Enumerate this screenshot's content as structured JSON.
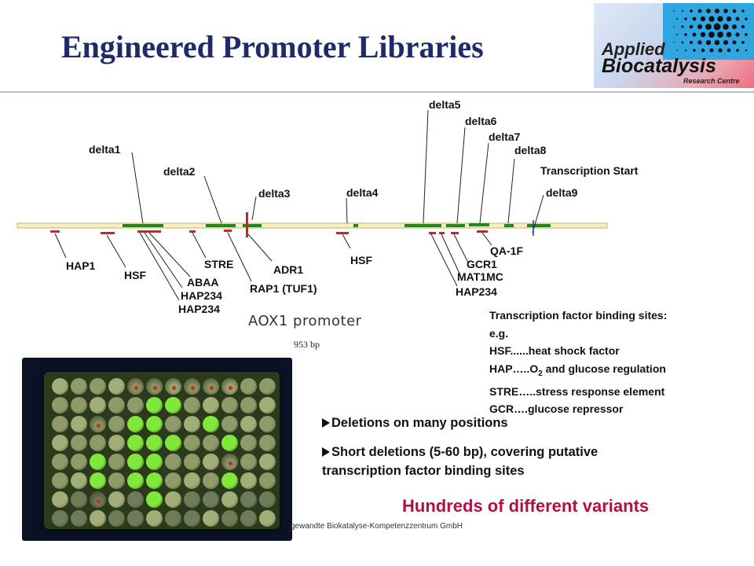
{
  "title": "Engineered Promoter Libraries",
  "logo": {
    "line1": "Applied",
    "line2": "Biocatalysis",
    "line3": "Research Centre"
  },
  "diagram": {
    "top_labels": [
      "delta1",
      "delta2",
      "delta3",
      "delta4",
      "delta5",
      "delta6",
      "delta7",
      "delta8",
      "delta9",
      "Transcription Start"
    ],
    "bottom_labels": [
      "HAP1",
      "HSF",
      "ABAA",
      "HAP234",
      "HAP234",
      "STRE",
      "ADR1",
      "RAP1 (TUF1)",
      "HSF",
      "QA-1F",
      "GCR1",
      "MAT1MC",
      "HAP234"
    ],
    "caption": "AOX1 promoter",
    "length": "953 bp",
    "colors": {
      "deletion": "#1e8a1e",
      "tf_site": "#d42020",
      "backbone": "#f5eec6"
    }
  },
  "tf_legend": {
    "header": "Transcription factor binding sites:",
    "eg": "e.g.",
    "items": [
      "HSF......heat shock factor",
      "HAP…..O2 and glucose regulation",
      "STRE…..stress response element",
      "GCR….glucose repressor"
    ]
  },
  "bullets": [
    "Deletions on many positions",
    "Short deletions (5-60 bp), covering putative transcription factor binding sites"
  ],
  "highlight": "Hundreds of different variants",
  "footer": "gewandte Biokatalyse-Kompetenzzentrum GmbH"
}
